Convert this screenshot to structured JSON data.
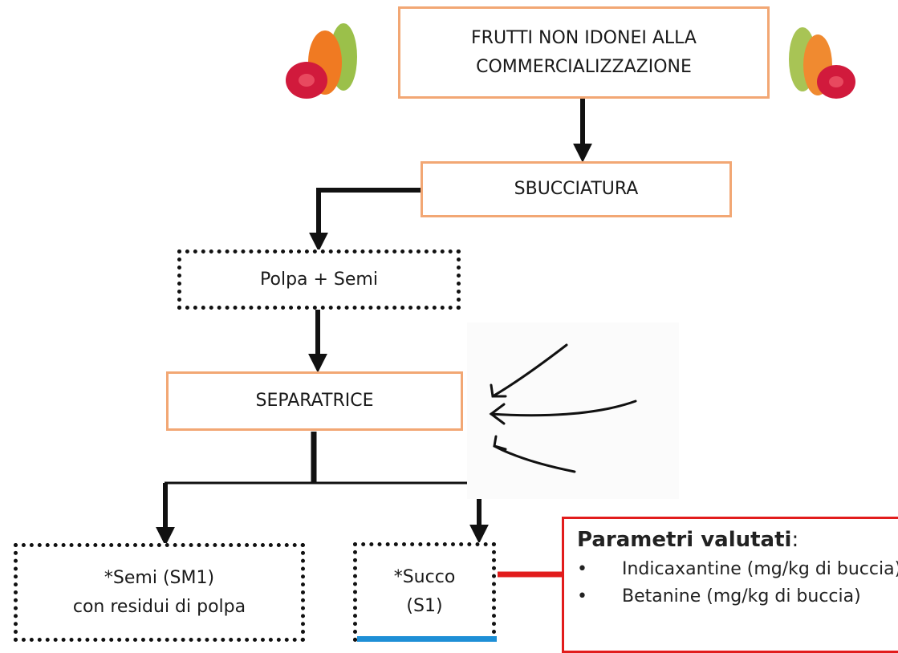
{
  "colors": {
    "process_border": "#f2a774",
    "output_border": "#111111",
    "arrow": "#111111",
    "highlight_border": "#e21c1c",
    "connector": "#e21c1c"
  },
  "nodes": {
    "raw_fruit": {
      "line1": "FRUTTI NON IDONEI ALLA",
      "line2": "COMMERCIALIZZAZIONE"
    },
    "peeling": {
      "label": "SBUCCIATURA"
    },
    "pulp_seeds": {
      "label": "Polpa + Semi"
    },
    "separator": {
      "label": "SEPARATRICE"
    },
    "seeds": {
      "line1": "*Semi (SM1)",
      "line2": "con residui di polpa"
    },
    "juice": {
      "line1": "*Succo",
      "line2": "(S1)"
    }
  },
  "images": {
    "left": "prickly-pear-fruits",
    "right": "prickly-pear-fruits"
  },
  "parameters": {
    "title_bold": "Parametri valutati",
    "title_colon": ":",
    "items": [
      {
        "bullet": "•",
        "text": "Indicaxantine (mg/kg di buccia)"
      },
      {
        "bullet": "•",
        "text": "Betanine (mg/kg di buccia)"
      }
    ]
  }
}
